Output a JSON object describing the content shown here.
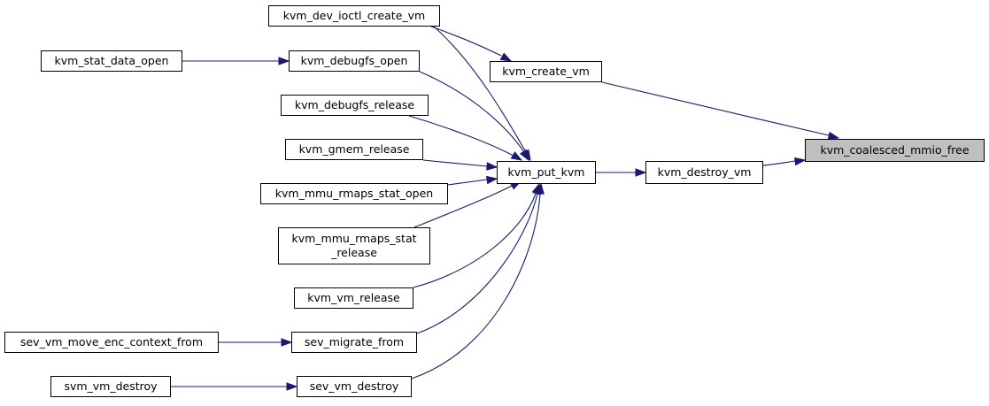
{
  "graph": {
    "colors": {
      "edge": "#191970",
      "node_border": "#000000",
      "node_fill": "#ffffff",
      "highlight_fill": "#bfbfbf"
    },
    "nodes": {
      "kvm_coalesced_mmio_free": "kvm_coalesced_mmio_free",
      "kvm_create_vm": "kvm_create_vm",
      "kvm_destroy_vm": "kvm_destroy_vm",
      "kvm_dev_ioctl_create_vm": "kvm_dev_ioctl_create_vm",
      "kvm_put_kvm": "kvm_put_kvm",
      "kvm_debugfs_open": "kvm_debugfs_open",
      "kvm_debugfs_release": "kvm_debugfs_release",
      "kvm_gmem_release": "kvm_gmem_release",
      "kvm_mmu_rmaps_stat_open": "kvm_mmu_rmaps_stat_open",
      "kvm_mmu_rmaps_stat_release": "kvm_mmu_rmaps_stat\n_release",
      "kvm_vm_release": "kvm_vm_release",
      "sev_migrate_from": "sev_migrate_from",
      "sev_vm_destroy": "sev_vm_destroy",
      "kvm_stat_data_open": "kvm_stat_data_open",
      "sev_vm_move_enc_context_from": "sev_vm_move_enc_context_from",
      "svm_vm_destroy": "svm_vm_destroy"
    },
    "edges": [
      {
        "from": "kvm_dev_ioctl_create_vm",
        "to": "kvm_create_vm"
      },
      {
        "from": "kvm_dev_ioctl_create_vm",
        "to": "kvm_put_kvm"
      },
      {
        "from": "kvm_create_vm",
        "to": "kvm_coalesced_mmio_free"
      },
      {
        "from": "kvm_destroy_vm",
        "to": "kvm_coalesced_mmio_free"
      },
      {
        "from": "kvm_put_kvm",
        "to": "kvm_destroy_vm"
      },
      {
        "from": "kvm_stat_data_open",
        "to": "kvm_debugfs_open"
      },
      {
        "from": "kvm_debugfs_open",
        "to": "kvm_put_kvm"
      },
      {
        "from": "kvm_debugfs_release",
        "to": "kvm_put_kvm"
      },
      {
        "from": "kvm_gmem_release",
        "to": "kvm_put_kvm"
      },
      {
        "from": "kvm_mmu_rmaps_stat_open",
        "to": "kvm_put_kvm"
      },
      {
        "from": "kvm_mmu_rmaps_stat_release",
        "to": "kvm_put_kvm"
      },
      {
        "from": "kvm_vm_release",
        "to": "kvm_put_kvm"
      },
      {
        "from": "sev_migrate_from",
        "to": "kvm_put_kvm"
      },
      {
        "from": "sev_vm_destroy",
        "to": "kvm_put_kvm"
      },
      {
        "from": "sev_vm_move_enc_context_from",
        "to": "sev_migrate_from"
      },
      {
        "from": "svm_vm_destroy",
        "to": "sev_vm_destroy"
      }
    ]
  }
}
